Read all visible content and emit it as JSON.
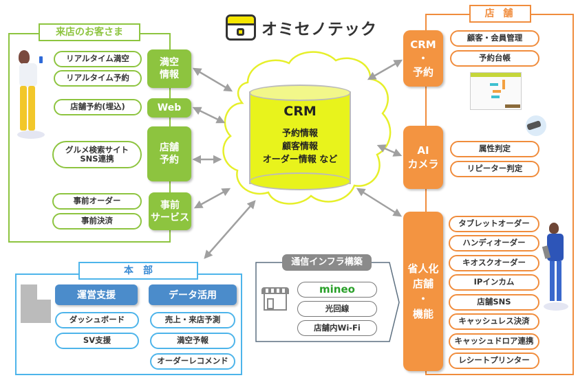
{
  "logo": {
    "icon": "shop-logo-icon",
    "name": "オミセノテック"
  },
  "customers": {
    "title": "来店のお客さま",
    "illustration": "woman-with-phone-icon",
    "groups": [
      {
        "label": "満空\n情報",
        "items": [
          "リアルタイム満空",
          "リアルタイム予約"
        ]
      },
      {
        "label": "Web",
        "items": [
          "店舗予約(埋込)"
        ]
      },
      {
        "label": "店舗\n予約",
        "items": [
          "グルメ検索サイト\nSNS連携"
        ]
      },
      {
        "label": "事前\nサービス",
        "items": [
          "事前オーダー",
          "事前決済"
        ]
      }
    ]
  },
  "crm": {
    "title": "CRM",
    "lines": [
      "予約情報",
      "顧客情報",
      "オーダー情報 など"
    ]
  },
  "store": {
    "title": "店 舗",
    "groups": [
      {
        "label": "CRM\n・\n予約",
        "items": [
          "顧客・会員管理",
          "予約台帳"
        ],
        "illustration": "reservation-screen-thumbnail"
      },
      {
        "label": "AI\nカメラ",
        "items": [
          "属性判定",
          "リピーター判定"
        ],
        "illustration": "security-camera-icon"
      },
      {
        "label": "省人化\n店舗\n・\n機能",
        "items": [
          "タブレットオーダー",
          "ハンディオーダー",
          "キオスクオーダー",
          "IPインカム",
          "店舗SNS",
          "キャッシュレス決済",
          "キャッシュドロア連携",
          "レシートプリンター"
        ],
        "illustration": "staff-with-tablet-icon"
      }
    ]
  },
  "hq": {
    "title": "本　部",
    "illustration": "office-building-icon",
    "columns": [
      {
        "label": "運営支援",
        "items": [
          "ダッシュボード",
          "SV支援"
        ]
      },
      {
        "label": "データ活用",
        "items": [
          "売上・来店予測",
          "満空予報",
          "オーダーレコメンド"
        ]
      }
    ]
  },
  "infra": {
    "title": "通信インフラ構築",
    "illustration": "storefront-icon",
    "items": [
      "mineo",
      "光回線",
      "店舗内Wi-Fi"
    ]
  },
  "colors": {
    "green": "#8dc43f",
    "orange": "#f39441",
    "blue": "#4db4ea",
    "blue_dark": "#4b8ccb",
    "crm_yellow": "#e8f31c",
    "arrow_gray": "#a0a0a0",
    "mineo_green": "#2aa02a"
  }
}
